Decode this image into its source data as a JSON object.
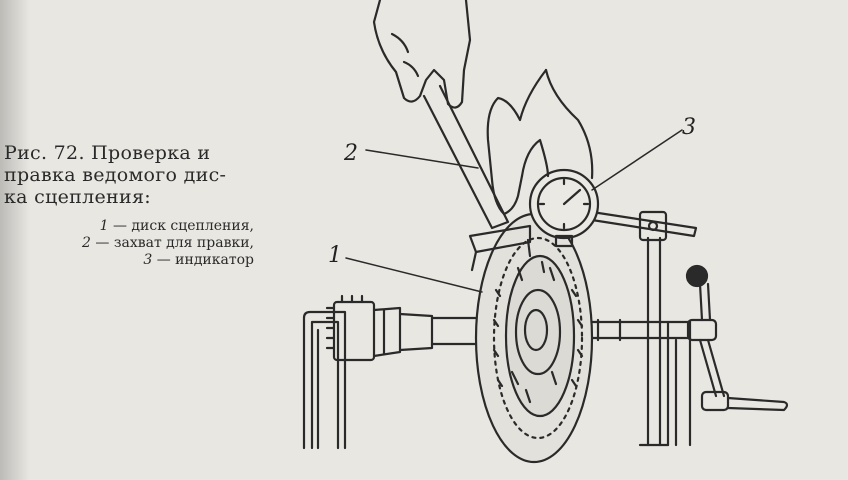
{
  "caption": {
    "title_line1": "Рис. 72. Проверка и",
    "title_line2": "правка ведомого дис-",
    "title_line3": "ка сцепления:",
    "legend": [
      {
        "num": "1",
        "text": " — диск сцепления,"
      },
      {
        "num": "2",
        "text": " — захват для правки,"
      },
      {
        "num": "3",
        "text": " — индикатор"
      }
    ]
  },
  "labels": {
    "label_1": "1",
    "label_2": "2",
    "label_3": "3"
  }
}
